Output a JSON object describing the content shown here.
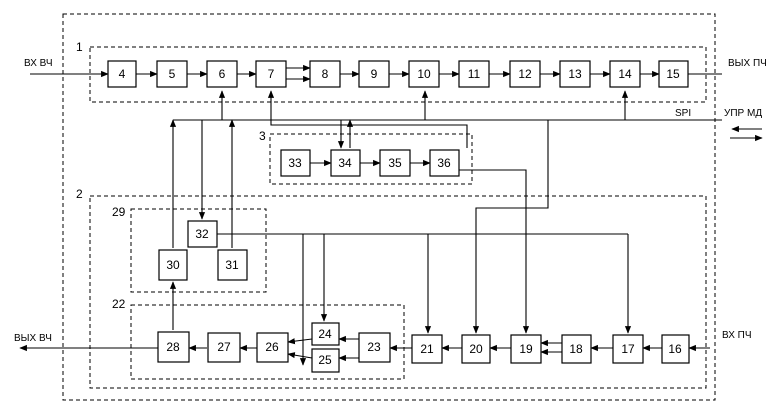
{
  "groups": [
    {
      "id": "outer",
      "label": ""
    },
    {
      "id": "g1",
      "label": "1"
    },
    {
      "id": "g2",
      "label": "2"
    },
    {
      "id": "g3",
      "label": "3"
    },
    {
      "id": "g29",
      "label": "29"
    },
    {
      "id": "g22",
      "label": "22"
    }
  ],
  "blocks": [
    "4",
    "5",
    "6",
    "7",
    "8",
    "9",
    "10",
    "11",
    "12",
    "13",
    "14",
    "15",
    "16",
    "17",
    "18",
    "19",
    "20",
    "21",
    "23",
    "24",
    "25",
    "26",
    "27",
    "28",
    "30",
    "31",
    "32",
    "33",
    "34",
    "35",
    "36"
  ],
  "labels": {
    "in_if": "ВХ ВЧ",
    "out_if": "ВЫХ ПЧ",
    "out_hf": "ВЫХ ВЧ",
    "in_pch": "ВХ ПЧ",
    "spi": "SPI",
    "ctrl": "УПР МД"
  }
}
